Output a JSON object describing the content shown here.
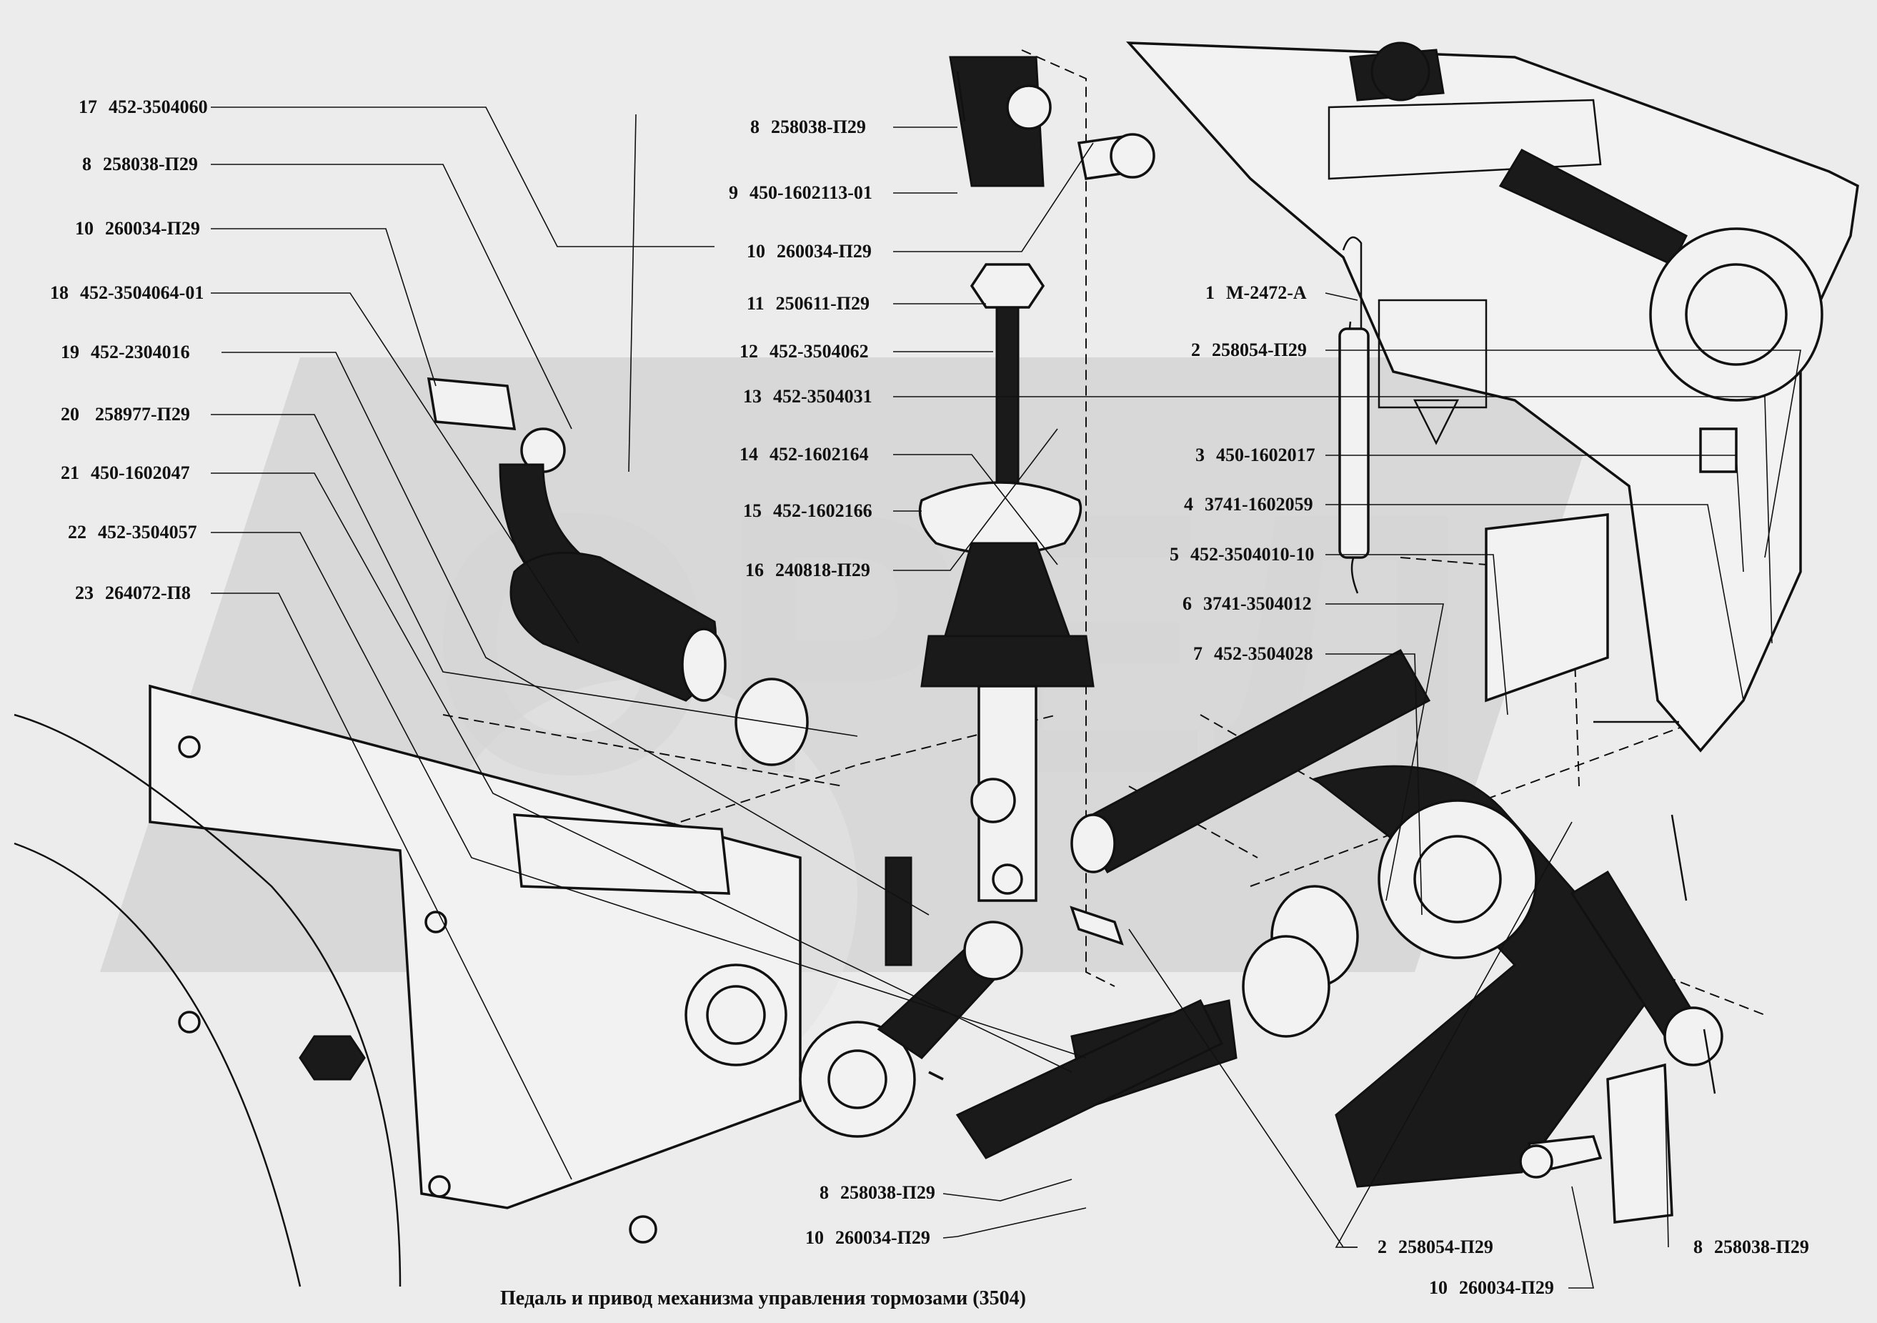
{
  "caption": "Педаль и привод механизма управления тормозами (3504)",
  "watermark": "ОРЕЛ",
  "labels": {
    "l17": {
      "num": "17",
      "code": "452-3504060"
    },
    "l8a": {
      "num": "8",
      "code": "258038-П29"
    },
    "l10a": {
      "num": "10",
      "code": "260034-П29"
    },
    "l18": {
      "num": "18",
      "code": "452-3504064-01"
    },
    "l19": {
      "num": "19",
      "code": "452-2304016"
    },
    "l20": {
      "num": "20",
      "code": "258977-П29"
    },
    "l21": {
      "num": "21",
      "code": "450-1602047"
    },
    "l22": {
      "num": "22",
      "code": "452-3504057"
    },
    "l23": {
      "num": "23",
      "code": "264072-П8"
    },
    "l8b": {
      "num": "8",
      "code": "258038-П29"
    },
    "l9": {
      "num": "9",
      "code": "450-1602113-01"
    },
    "l10b": {
      "num": "10",
      "code": "260034-П29"
    },
    "l11": {
      "num": "11",
      "code": "250611-П29"
    },
    "l12": {
      "num": "12",
      "code": "452-3504062"
    },
    "l13": {
      "num": "13",
      "code": "452-3504031"
    },
    "l14": {
      "num": "14",
      "code": "452-1602164"
    },
    "l15": {
      "num": "15",
      "code": "452-1602166"
    },
    "l16": {
      "num": "16",
      "code": "240818-П29"
    },
    "l1": {
      "num": "1",
      "code": "М-2472-А"
    },
    "l2a": {
      "num": "2",
      "code": "258054-П29"
    },
    "l3": {
      "num": "3",
      "code": "450-1602017"
    },
    "l4": {
      "num": "4",
      "code": "3741-1602059"
    },
    "l5": {
      "num": "5",
      "code": "452-3504010-10"
    },
    "l6": {
      "num": "6",
      "code": "3741-3504012"
    },
    "l7": {
      "num": "7",
      "code": "452-3504028"
    },
    "l8c": {
      "num": "8",
      "code": "258038-П29"
    },
    "l10c": {
      "num": "10",
      "code": "260034-П29"
    },
    "l2b": {
      "num": "2",
      "code": "258054-П29"
    },
    "l8d": {
      "num": "8",
      "code": "258038-П29"
    },
    "l10d": {
      "num": "10",
      "code": "260034-П29"
    }
  }
}
